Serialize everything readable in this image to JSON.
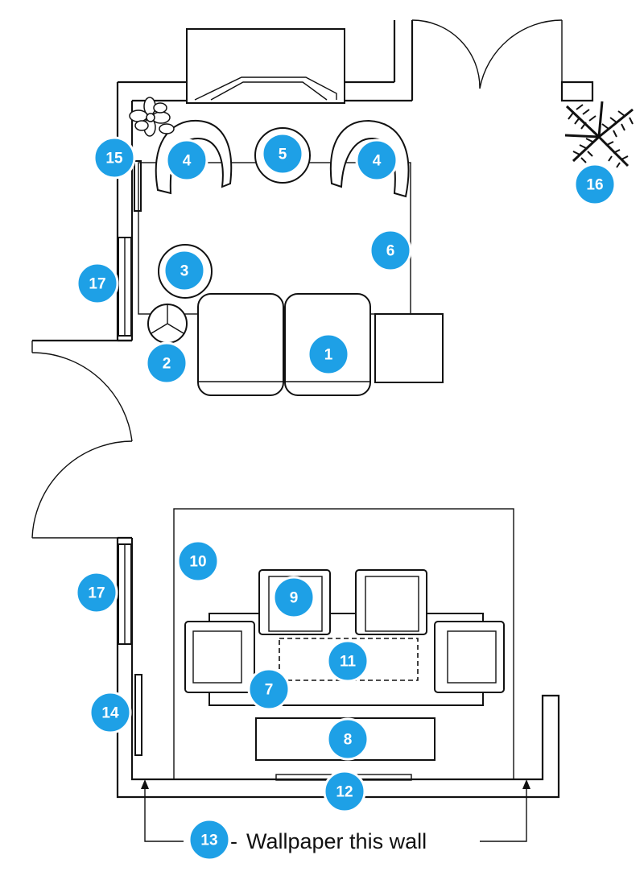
{
  "colors": {
    "marker": "#1ea0e6",
    "marker_text": "#ffffff",
    "lines": "#111111",
    "background": "#ffffff"
  },
  "markers": [
    {
      "id": "marker-1",
      "label": "1"
    },
    {
      "id": "marker-2",
      "label": "2"
    },
    {
      "id": "marker-3",
      "label": "3"
    },
    {
      "id": "marker-4-left",
      "label": "4"
    },
    {
      "id": "marker-4-right",
      "label": "4"
    },
    {
      "id": "marker-5",
      "label": "5"
    },
    {
      "id": "marker-6",
      "label": "6"
    },
    {
      "id": "marker-7",
      "label": "7"
    },
    {
      "id": "marker-8",
      "label": "8"
    },
    {
      "id": "marker-9",
      "label": "9"
    },
    {
      "id": "marker-10",
      "label": "10"
    },
    {
      "id": "marker-11",
      "label": "11"
    },
    {
      "id": "marker-12",
      "label": "12"
    },
    {
      "id": "marker-13",
      "label": "13"
    },
    {
      "id": "marker-14",
      "label": "14"
    },
    {
      "id": "marker-15",
      "label": "15"
    },
    {
      "id": "marker-16",
      "label": "16"
    },
    {
      "id": "marker-17-top",
      "label": "17"
    },
    {
      "id": "marker-17-bottom",
      "label": "17"
    }
  ],
  "annotation": {
    "dash": "-",
    "text": "Wallpaper this wall"
  },
  "icons": [
    "plant-icon",
    "palm-plant-icon",
    "arrow-up-icon"
  ]
}
